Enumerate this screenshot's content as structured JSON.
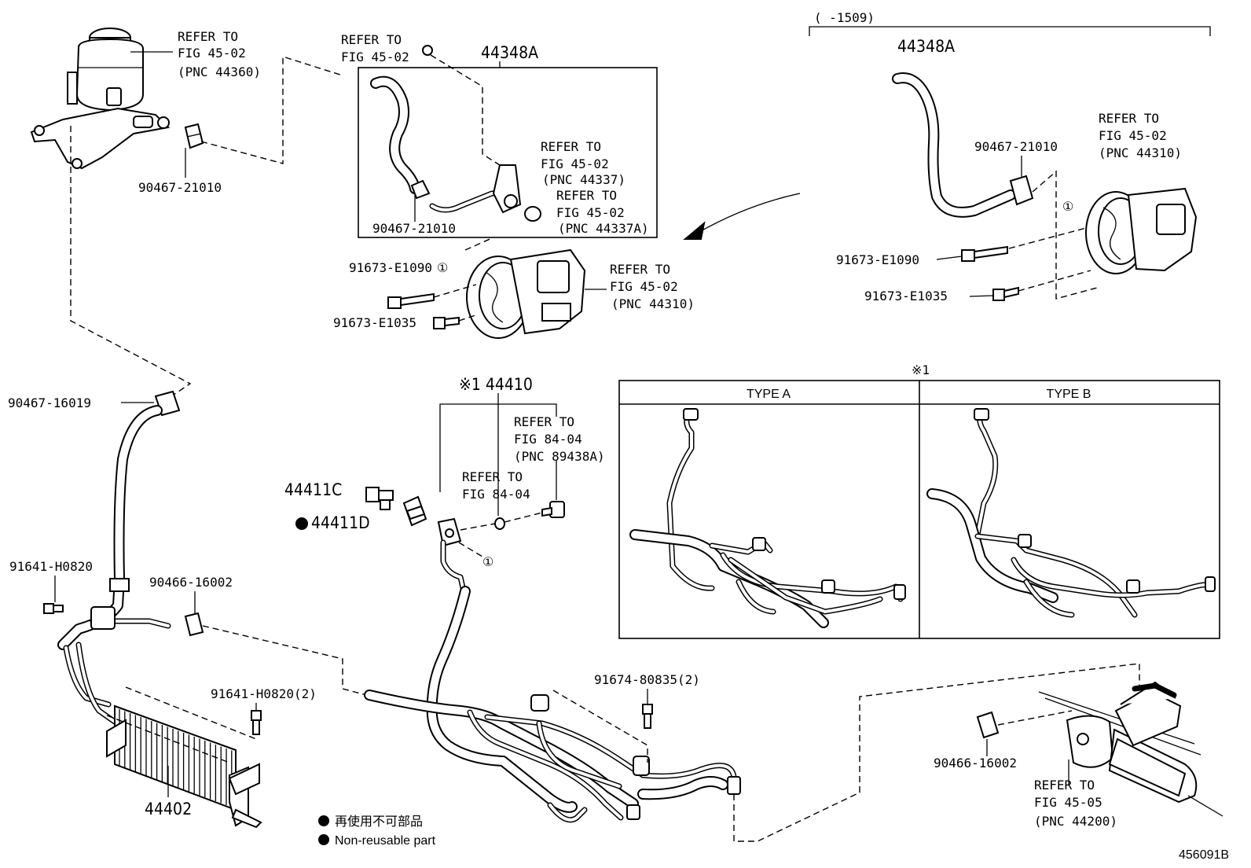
{
  "labels": {
    "refer_4502_pnc44360": [
      "REFER TO",
      "FIG 45-02",
      "(PNC 44360)"
    ],
    "clip_90467_21010_a": "90467-21010",
    "refer_4502_top": [
      "REFER TO",
      "FIG 45-02"
    ],
    "hose_44348a_center": "44348A",
    "refer_4502_pnc44337": [
      "REFER TO",
      "FIG 45-02",
      "(PNC 44337)"
    ],
    "refer_4502_pnc44337a": [
      "REFER TO",
      "FIG 45-02",
      "(PNC 44337A)"
    ],
    "clip_90467_21010_b": "90467-21010",
    "bolt_91673_e1090_a": "91673-E1090",
    "bolt_91673_e1035_a": "91673-E1035",
    "refer_4502_pnc44310_a": [
      "REFER TO",
      "FIG 45-02",
      "(PNC 44310)"
    ],
    "date_range": "(   -1509)",
    "hose_44348a_right": "44348A",
    "clip_90467_21010_c": "90467-21010",
    "refer_4502_pnc44310_b": [
      "REFER TO",
      "FIG 45-02",
      "(PNC 44310)"
    ],
    "bolt_91673_e1090_b": "91673-E1090",
    "bolt_91673_e1035_b": "91673-E1035",
    "clip_90467_16019": "90467-16019",
    "tube_44410": "※1 44410",
    "refer_8404_pnc89438a": [
      "REFER TO",
      "FIG 84-04",
      "(PNC 89438A)"
    ],
    "refer_8404": [
      "REFER TO",
      "FIG 84-04"
    ],
    "union_44411c": "44411C",
    "gasket_44411d": "44411D",
    "bolt_91641_h0820": "91641-H0820",
    "clip_90466_16002_a": "90466-16002",
    "bolt_91641_h0820_2": "91641-H0820(2)",
    "bolt_91674_80835_2": "91674-80835(2)",
    "cooler_44402": "44402",
    "clip_90466_16002_b": "90466-16002",
    "refer_4505_pnc44200": [
      "REFER TO",
      "FIG 45-05",
      "(PNC 44200)"
    ],
    "circled_one": "①",
    "variant_mark": "※1",
    "type_a": "TYPE A",
    "type_b": "TYPE B",
    "legend_jp": "再使用不可部品",
    "legend_en": "Non-reusable part",
    "illustration_no": "456091B"
  }
}
